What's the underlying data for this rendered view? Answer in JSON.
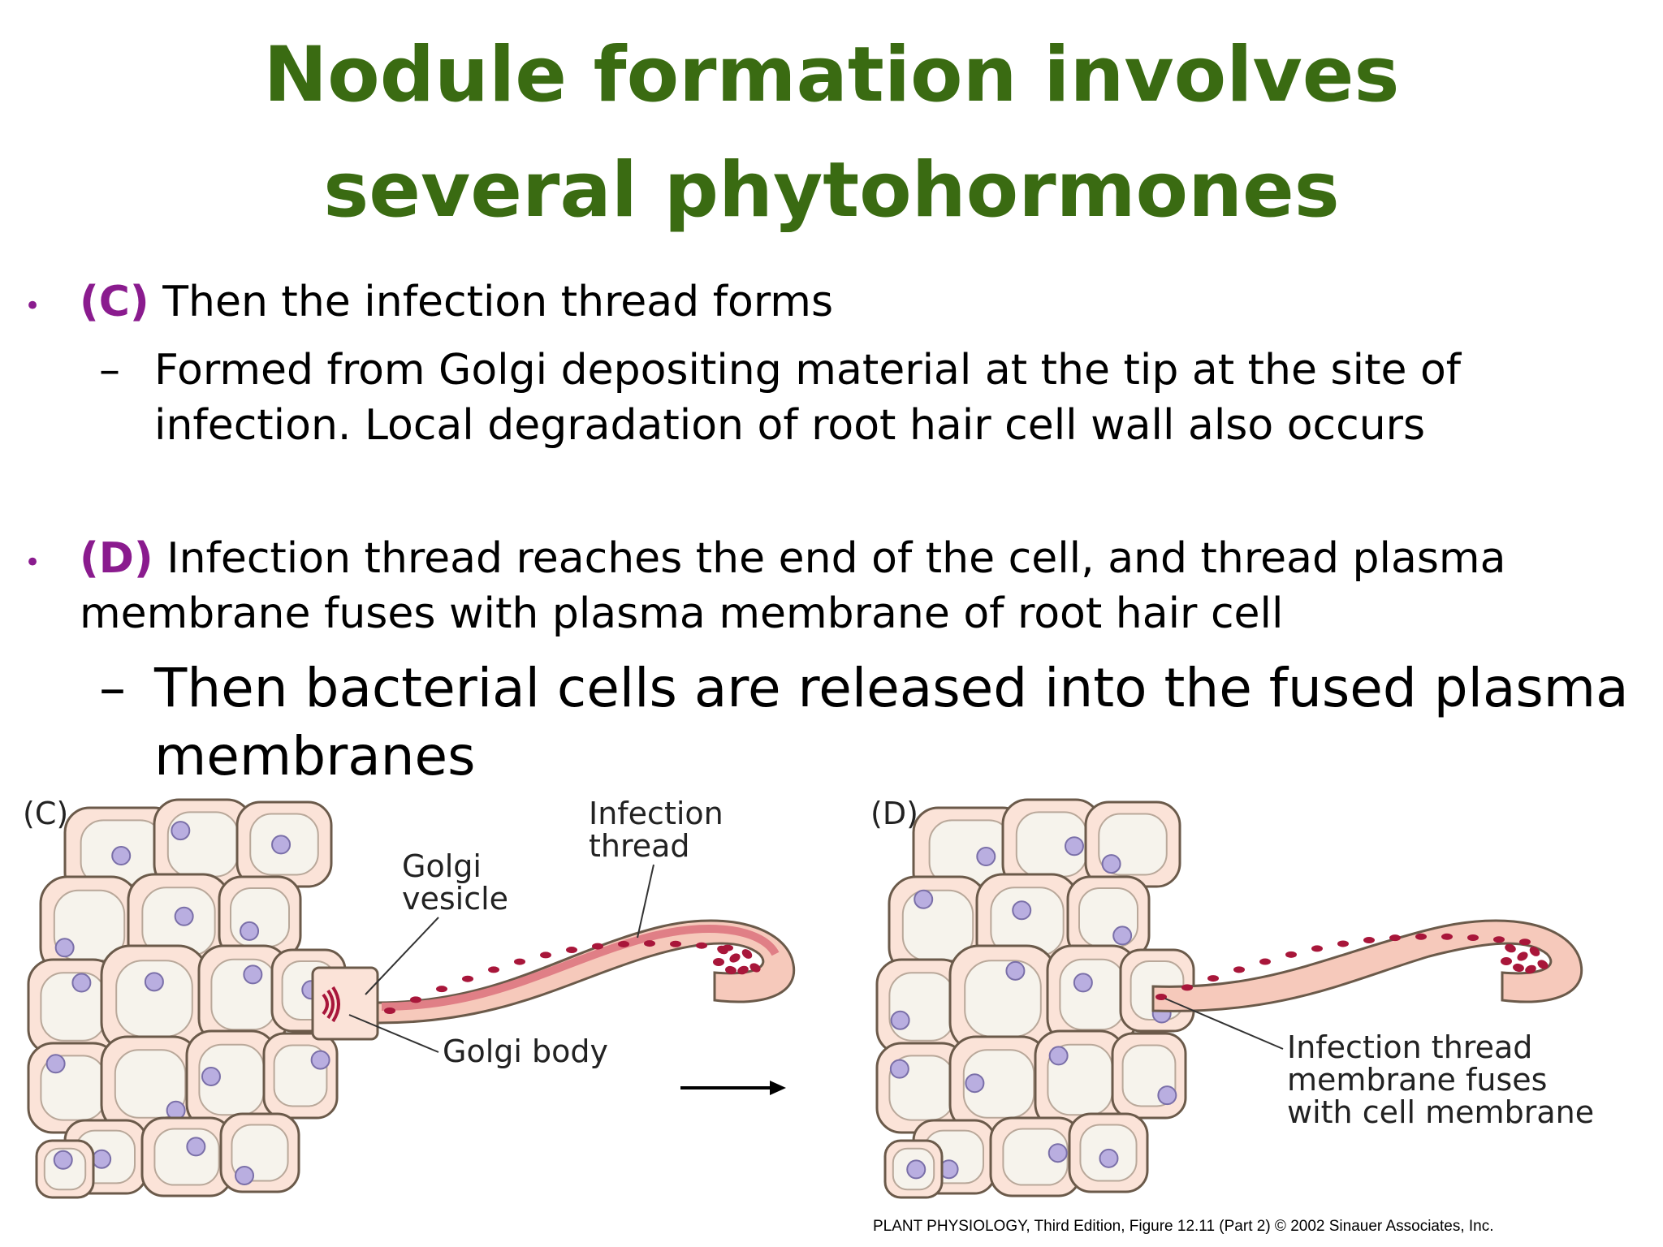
{
  "colors": {
    "title": "#3a6b12",
    "letter": "#8a1b8e",
    "cell_fill": "#fbe3d8",
    "cell_wall": "#6b5a4a",
    "vacuole": "#f6f3ec",
    "nucleus": "#b9aee0",
    "thread": "#e8a79a",
    "bacteria": "#a8163a"
  },
  "slide": {
    "title_line1": "Nodule formation involves",
    "title_line2": "several phytohormones"
  },
  "bullets": {
    "c": {
      "letter": "(C)",
      "text": " Then the infection thread forms",
      "sub_dash": "–",
      "sub_line1": "Formed from Golgi depositing material at the tip at the site of",
      "sub_line2": "infection.  Local degradation of root hair cell wall also occurs"
    },
    "d": {
      "letter": "(D)",
      "text_line1": " Infection thread reaches the end of the cell, and thread plasma",
      "text_line2": "membrane fuses with plasma membrane of root hair cell",
      "sub_dash": "–",
      "sub_line1": "Then bacterial cells are released into the fused plasma",
      "sub_line2": "membranes"
    }
  },
  "figure": {
    "panel_c": "(C)",
    "panel_d": "(D)",
    "label_infection_thread_1": "Infection",
    "label_infection_thread_2": "thread",
    "label_golgi_vesicle_1": "Golgi",
    "label_golgi_vesicle_2": "vesicle",
    "label_golgi_body": "Golgi body",
    "label_fuses_1": "Infection thread",
    "label_fuses_2": "membrane fuses",
    "label_fuses_3": "with cell membrane",
    "credit": "PLANT PHYSIOLOGY, Third Edition, Figure 12.11 (Part 2)  © 2002 Sinauer Associates, Inc."
  }
}
